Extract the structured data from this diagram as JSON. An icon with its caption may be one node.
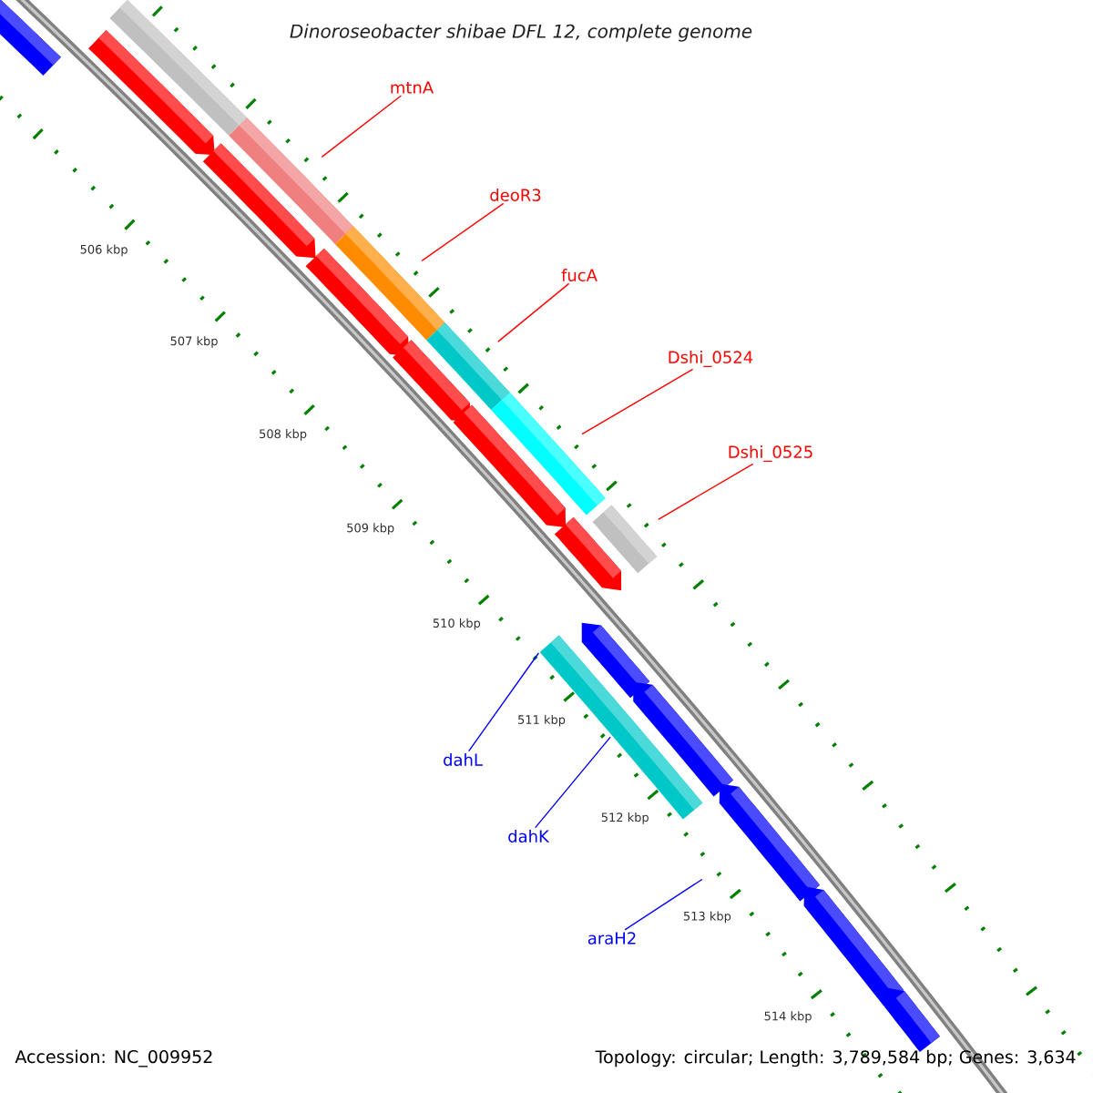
{
  "diagram": {
    "title": "Dinoroseobacter shibae DFL 12, complete genome",
    "nodes": [
      {
        "text": [
          "mtnA"
        ]
      },
      {
        "text": [],
        "shape": "bar"
      },
      {
        "text": [
          "deoR3"
        ]
      },
      {
        "text": [],
        "shape": "bar"
      },
      {
        "text": [
          "fucA"
        ]
      },
      {
        "text": [],
        "shape": "bar"
      },
      {
        "text": [
          "Dshi_0524"
        ]
      },
      {
        "text": [],
        "shape": "bar"
      },
      {
        "text": [
          "Dshi_0525"
        ]
      },
      {
        "text": [],
        "shape": "bar"
      },
      {
        "text": [
          "dahL"
        ]
      },
      {
        "text": [],
        "shape": "bar"
      },
      {
        "text": [
          "dahK"
        ]
      },
      {
        "text": [],
        "shape": "bar"
      },
      {
        "text": [
          "araH2"
        ]
      },
      {
        "text": [],
        "shape": "bar"
      },
      {
        "text": [],
        "shape": "bar"
      },
      {
        "text": [],
        "shape": "bar"
      },
      {
        "text": [],
        "shape": "bar"
      },
      {
        "text": [],
        "shape": "bar"
      },
      {
        "text": [],
        "shape": "bar"
      },
      {
        "text": [],
        "shape": "bar"
      },
      {
        "text": [],
        "shape": "bar"
      },
      {
        "text": [],
        "shape": "bar"
      },
      {
        "text": [],
        "shape": "bar"
      },
      {
        "text": [],
        "shape": "bar"
      },
      {
        "text": [],
        "shape": "bar"
      }
    ],
    "edges": [
      {
        "from": 0,
        "to": 1,
        "arrow": "none"
      },
      {
        "from": 2,
        "to": 3,
        "arrow": "none"
      },
      {
        "from": 4,
        "to": 5,
        "arrow": "none"
      },
      {
        "from": 6,
        "to": 7,
        "arrow": "none"
      },
      {
        "from": 8,
        "to": 9,
        "arrow": "none"
      },
      {
        "from": 10,
        "to": 26,
        "arrow": "none",
        "color": "#0000ff"
      },
      {
        "from": 12,
        "to": 26,
        "arrow": "none",
        "color": "#0000ff"
      },
      {
        "from": 14,
        "to": 15,
        "arrow": "none",
        "color": "#0000ff"
      }
    ],
    "labels": [
      "506 kbp",
      "507 kbp",
      "508 kbp",
      "509 kbp",
      "510 kbp",
      "511 kbp",
      "512 kbp",
      "513 kbp",
      "514 kbp",
      "Accession: NC_009952",
      "Topology: circular; Length: 3,789,584 bp; Genes: 3,634"
    ]
  }
}
